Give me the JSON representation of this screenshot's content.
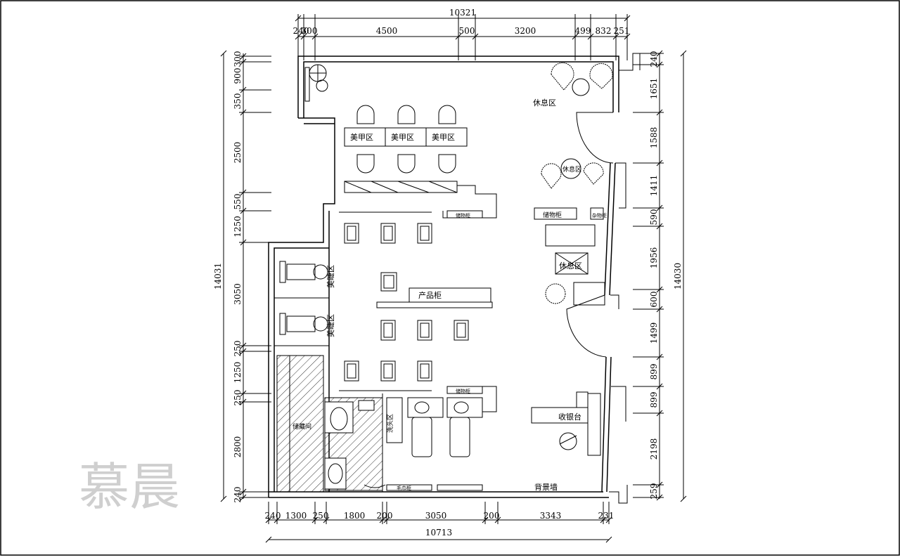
{
  "watermark": "慕晨",
  "dimensions": {
    "top_total": "10321",
    "top_segments": [
      "240",
      "300",
      "4500",
      "500",
      "3200",
      "499",
      "832",
      "251"
    ],
    "bottom_total": "10713",
    "bottom_segments": [
      "240",
      "1300",
      "250",
      "1800",
      "200",
      "3050",
      "200",
      "3343",
      "231"
    ],
    "left_total": "14031",
    "left_segments": [
      "300",
      "900",
      "350",
      "2500",
      "550",
      "1250",
      "3050",
      "250",
      "1250",
      "250",
      "2800",
      "240"
    ],
    "right_total": "14030",
    "right_segments": [
      "240",
      "1651",
      "1588",
      "1411",
      "590",
      "1956",
      "600",
      "1499",
      "899",
      "899",
      "2198",
      "259"
    ]
  },
  "rooms": {
    "nail_area": "美甲区",
    "lounge_top": "休息区",
    "lounge_chairs": "休息区",
    "lounge_mid": "休息区",
    "cashier": "收银台",
    "background_wall": "背景墙",
    "beauty_bed_1": "美睫区",
    "beauty_bed_2": "美睫区",
    "cabinet": "储物柜",
    "product_cabinet": "产品柜",
    "small_cabinet": "杂物柜",
    "counter": "毛巾柜",
    "cabinet_a": "储物柜",
    "cabinet_b": "储物柜",
    "storage_hatched": "储藏间",
    "wash_label": "洗头区"
  }
}
